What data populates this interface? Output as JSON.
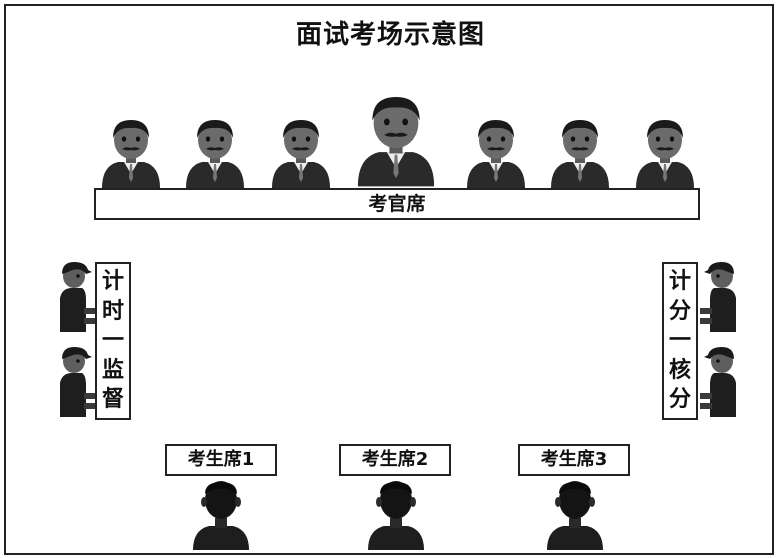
{
  "title": "面试考场示意图",
  "examiner_table": "考官席",
  "left_station": {
    "chars": [
      "计",
      "时",
      "一",
      "监",
      "督"
    ]
  },
  "right_station": {
    "chars": [
      "计",
      "分",
      "一",
      "核",
      "分"
    ]
  },
  "candidate_seats": [
    "考生席1",
    "考生席2",
    "考生席3"
  ],
  "examiner_icon": "examiner-person-icon",
  "staff_icon": "seated-staff-icon",
  "candidate_icon": "candidate-back-icon"
}
